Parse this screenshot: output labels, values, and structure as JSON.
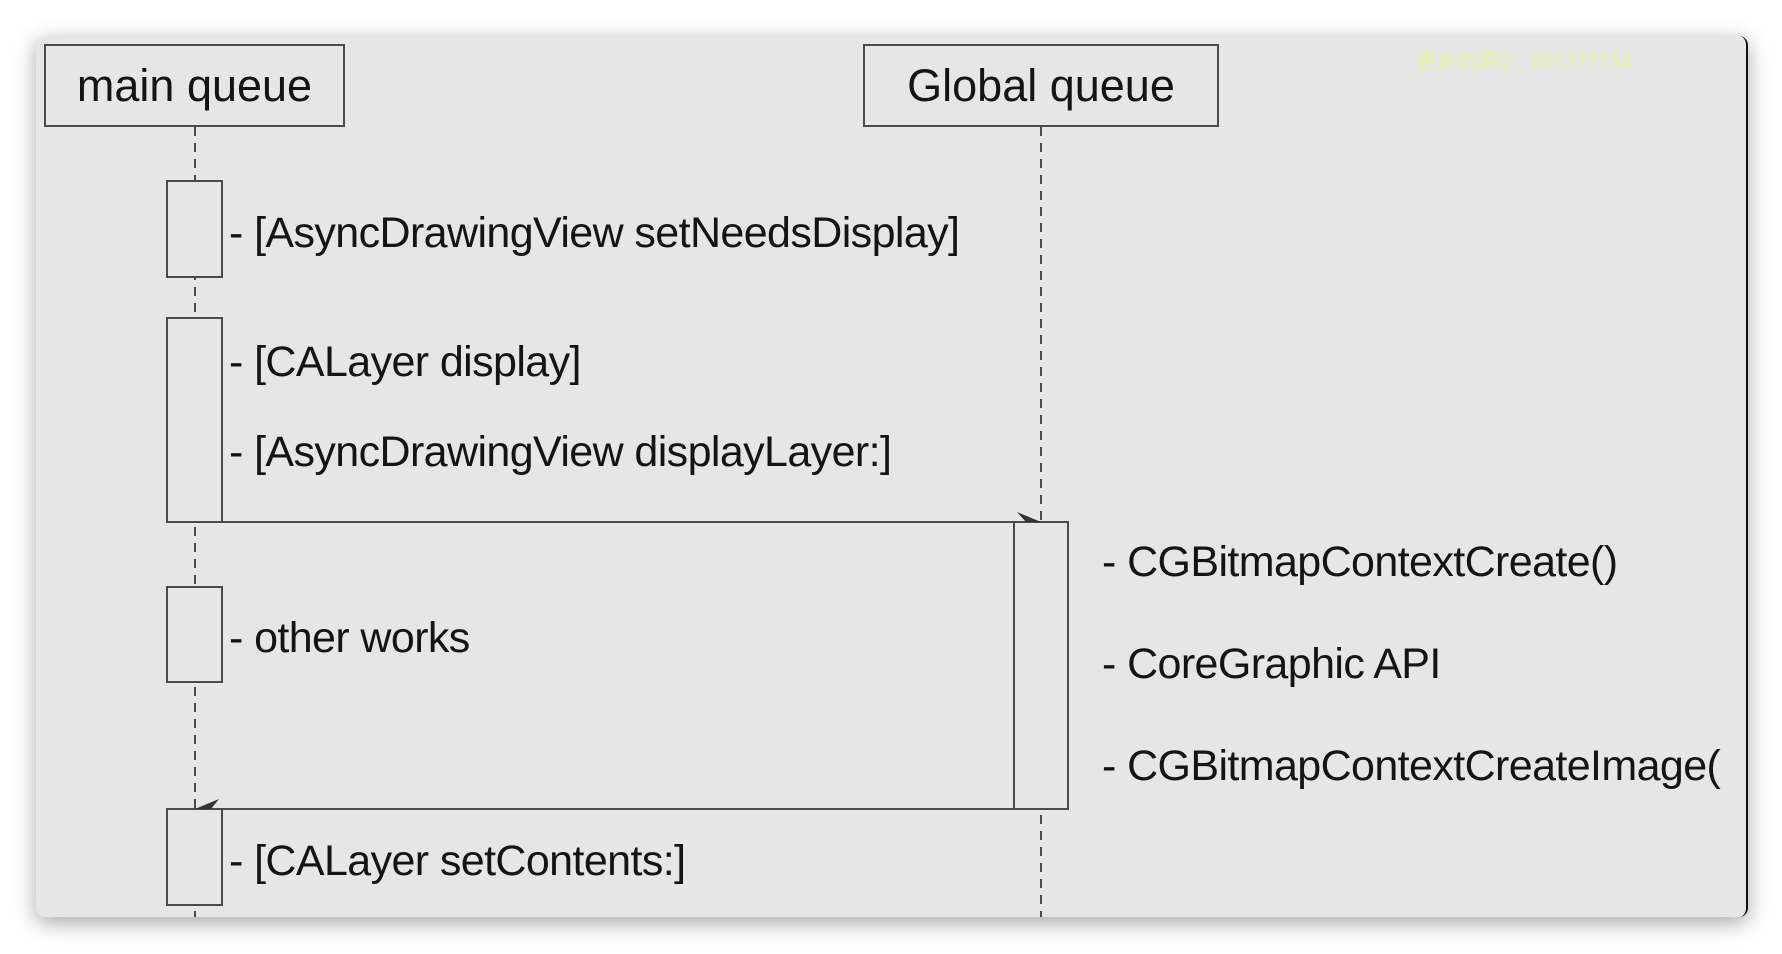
{
  "diagram": {
    "type": "sequence",
    "watermark": "更多资源Q：891377154",
    "participants": [
      {
        "id": "main",
        "label": "main queue"
      },
      {
        "id": "global",
        "label": "Global queue"
      }
    ],
    "main_steps": [
      {
        "text": "- [AsyncDrawingView setNeedsDisplay]"
      },
      {
        "text": "- [CALayer display]"
      },
      {
        "text": "- [AsyncDrawingView displayLayer:]"
      },
      {
        "text": "- other works"
      },
      {
        "text": "- [CALayer setContents:]"
      }
    ],
    "global_steps": [
      {
        "text": "- CGBitmapContextCreate()"
      },
      {
        "text": "- CoreGraphic API"
      },
      {
        "text": "- CGBitmapContextCreateImage("
      }
    ],
    "messages": [
      {
        "from": "main",
        "to": "global",
        "kind": "async-call"
      },
      {
        "from": "global",
        "to": "main",
        "kind": "async-return"
      }
    ],
    "colors": {
      "panel_bg": "#e6e6e6",
      "line": "#4a4a4a",
      "text": "#141414",
      "watermark": "#e6f2a0"
    }
  }
}
